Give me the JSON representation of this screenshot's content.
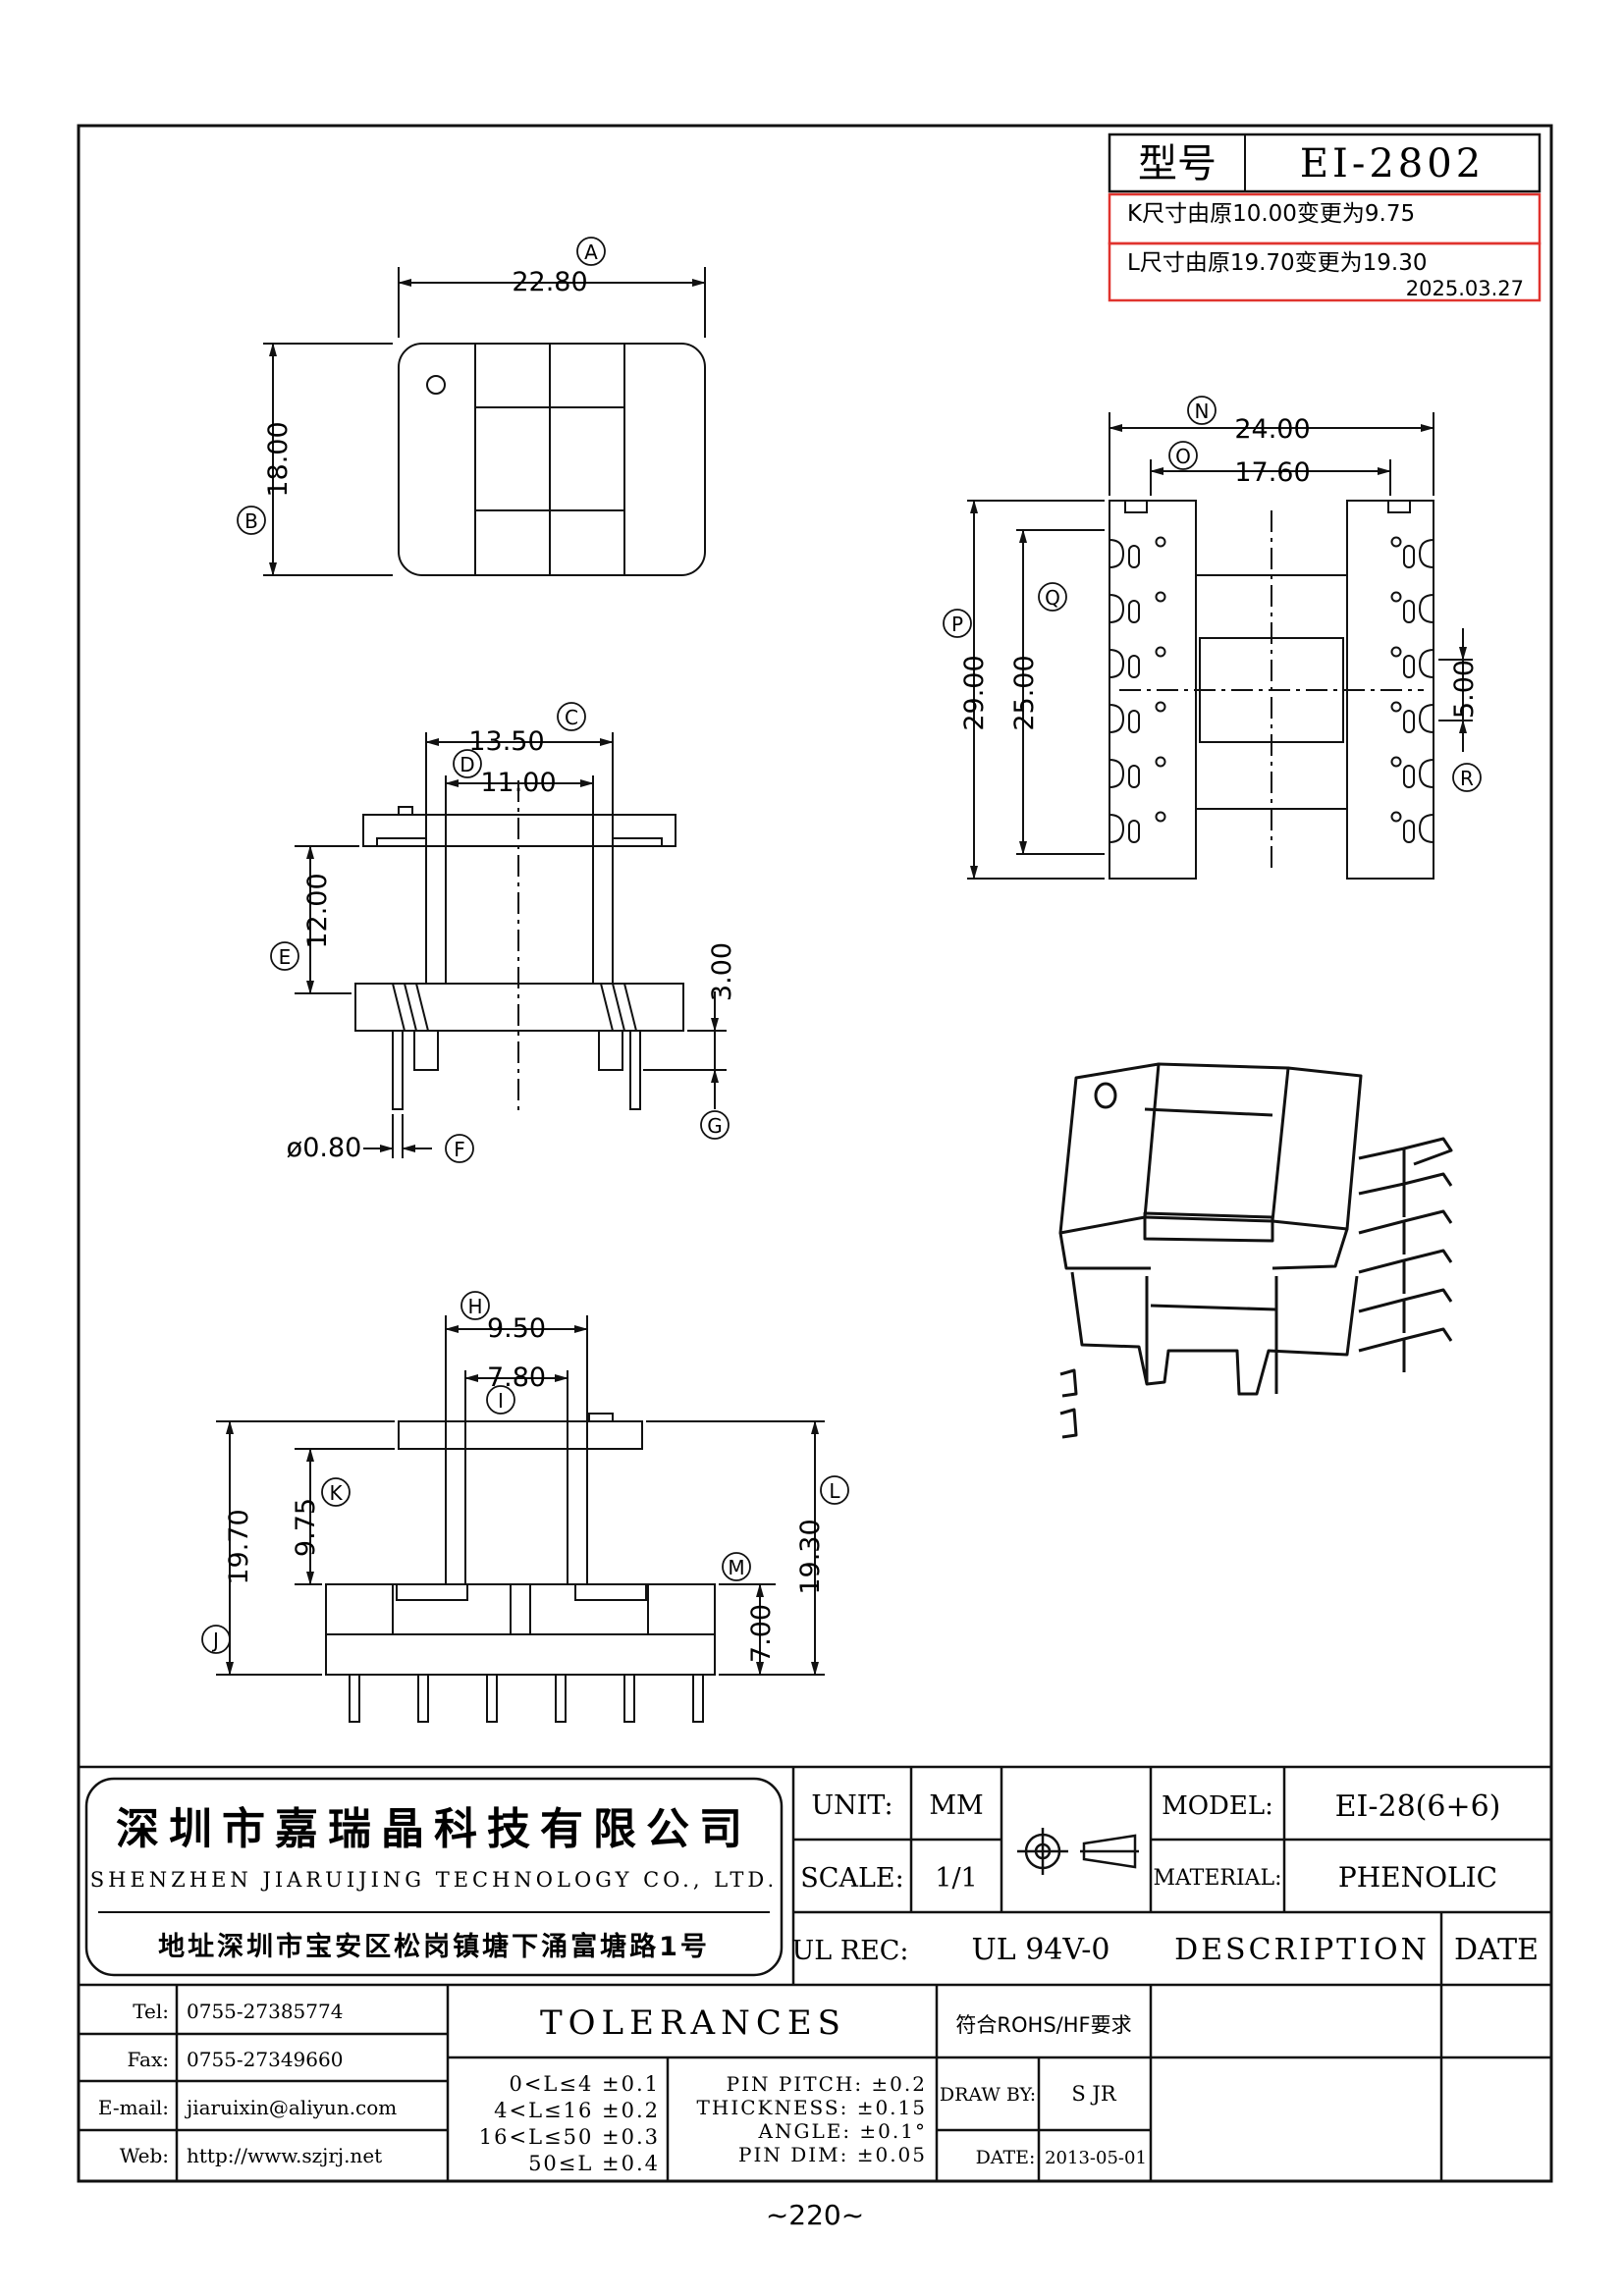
{
  "model_box": {
    "label": "型号",
    "value": "EI-2802"
  },
  "changes": [
    "K尺寸由原10.00变更为9.75",
    "L尺寸由原19.70变更为19.30"
  ],
  "change_date": "2025.03.27",
  "dims": {
    "A": {
      "letter": "A",
      "value": "22.80"
    },
    "B": {
      "letter": "B",
      "value": "18.00"
    },
    "C": {
      "letter": "C",
      "value": "13.50"
    },
    "D": {
      "letter": "D",
      "value": "11.00"
    },
    "E": {
      "letter": "E",
      "value": "12.00"
    },
    "F": {
      "letter": "F",
      "value": "ø0.80"
    },
    "G": {
      "letter": "G",
      "value": "3.00"
    },
    "H": {
      "letter": "H",
      "value": "9.50"
    },
    "I": {
      "letter": "I",
      "value": "7.80"
    },
    "J": {
      "letter": "J",
      "value": "19.70"
    },
    "K": {
      "letter": "K",
      "value": "9.75"
    },
    "L": {
      "letter": "L",
      "value": "19.30"
    },
    "M": {
      "letter": "M",
      "value": "7.00"
    },
    "N": {
      "letter": "N",
      "value": "24.00"
    },
    "O": {
      "letter": "O",
      "value": "17.60"
    },
    "P": {
      "letter": "P",
      "value": "29.00"
    },
    "Q": {
      "letter": "Q",
      "value": "25.00"
    },
    "R": {
      "letter": "R",
      "value": "5.00"
    }
  },
  "company": {
    "name_cn": "深圳市嘉瑞晶科技有限公司",
    "name_en": "SHENZHEN JIARUIJING TECHNOLOGY CO., LTD.",
    "address": "地址深圳市宝安区松岗镇塘下涌富塘路1号"
  },
  "title_block": {
    "unit_label": "UNIT:",
    "unit_value": "MM",
    "scale_label": "SCALE:",
    "scale_value": "1/1",
    "model_label": "MODEL:",
    "model_value": "EI-28(6+6)",
    "material_label": "MATERIAL:",
    "material_value": "PHENOLIC",
    "ulrec_label": "UL REC:",
    "ulrec_value": "UL 94V-0",
    "description_label": "DESCRIPTION",
    "date_label": "DATE",
    "tolerances_label": "TOLERANCES",
    "rohs": "符合ROHS/HF要求",
    "draw_by_label": "DRAW BY:",
    "draw_by_value": "S JR",
    "date_field_label": "DATE:",
    "date_field_value": "2013-05-01"
  },
  "contacts": [
    {
      "label": "Tel:",
      "value": "0755-27385774"
    },
    {
      "label": "Fax:",
      "value": "0755-27349660"
    },
    {
      "label": "E-mail:",
      "value": "jiaruixin@aliyun.com"
    },
    {
      "label": "Web:",
      "value": "http://www.szjrj.net"
    }
  ],
  "tolerance_rows": [
    "0<L≤4 ±0.1",
    "4<L≤16 ±0.2",
    "16<L≤50 ±0.3",
    "50≤L ±0.4"
  ],
  "tolerance_specs": [
    "PIN PITCH: ±0.2",
    "THICKNESS: ±0.15",
    "ANGLE: ±0.1°",
    "PIN DIM: ±0.05"
  ],
  "page_number": "~220~",
  "colors": {
    "line": "#111111",
    "revision_box": "#e0332e"
  }
}
